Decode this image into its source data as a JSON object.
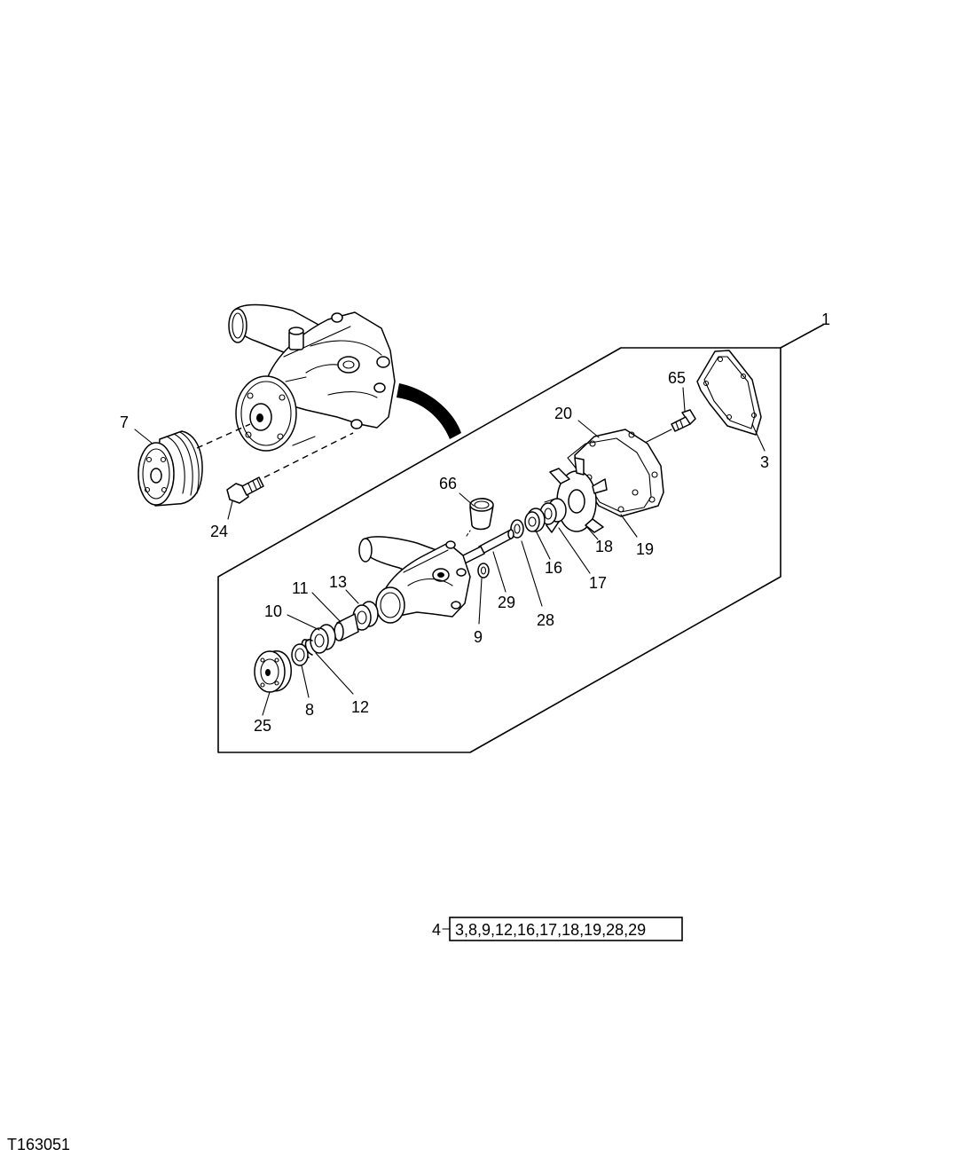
{
  "figure_id": "T163051",
  "callouts": {
    "c1": "1",
    "c3": "3",
    "c7": "7",
    "c8": "8",
    "c9": "9",
    "c10": "10",
    "c11": "11",
    "c12": "12",
    "c13": "13",
    "c16": "16",
    "c17": "17",
    "c18": "18",
    "c19": "19",
    "c20": "20",
    "c24": "24",
    "c25": "25",
    "c28": "28",
    "c29": "29",
    "c65": "65",
    "c66": "66"
  },
  "kit": {
    "number": "4",
    "parts": "3,8,9,12,16,17,18,19,28,29"
  }
}
